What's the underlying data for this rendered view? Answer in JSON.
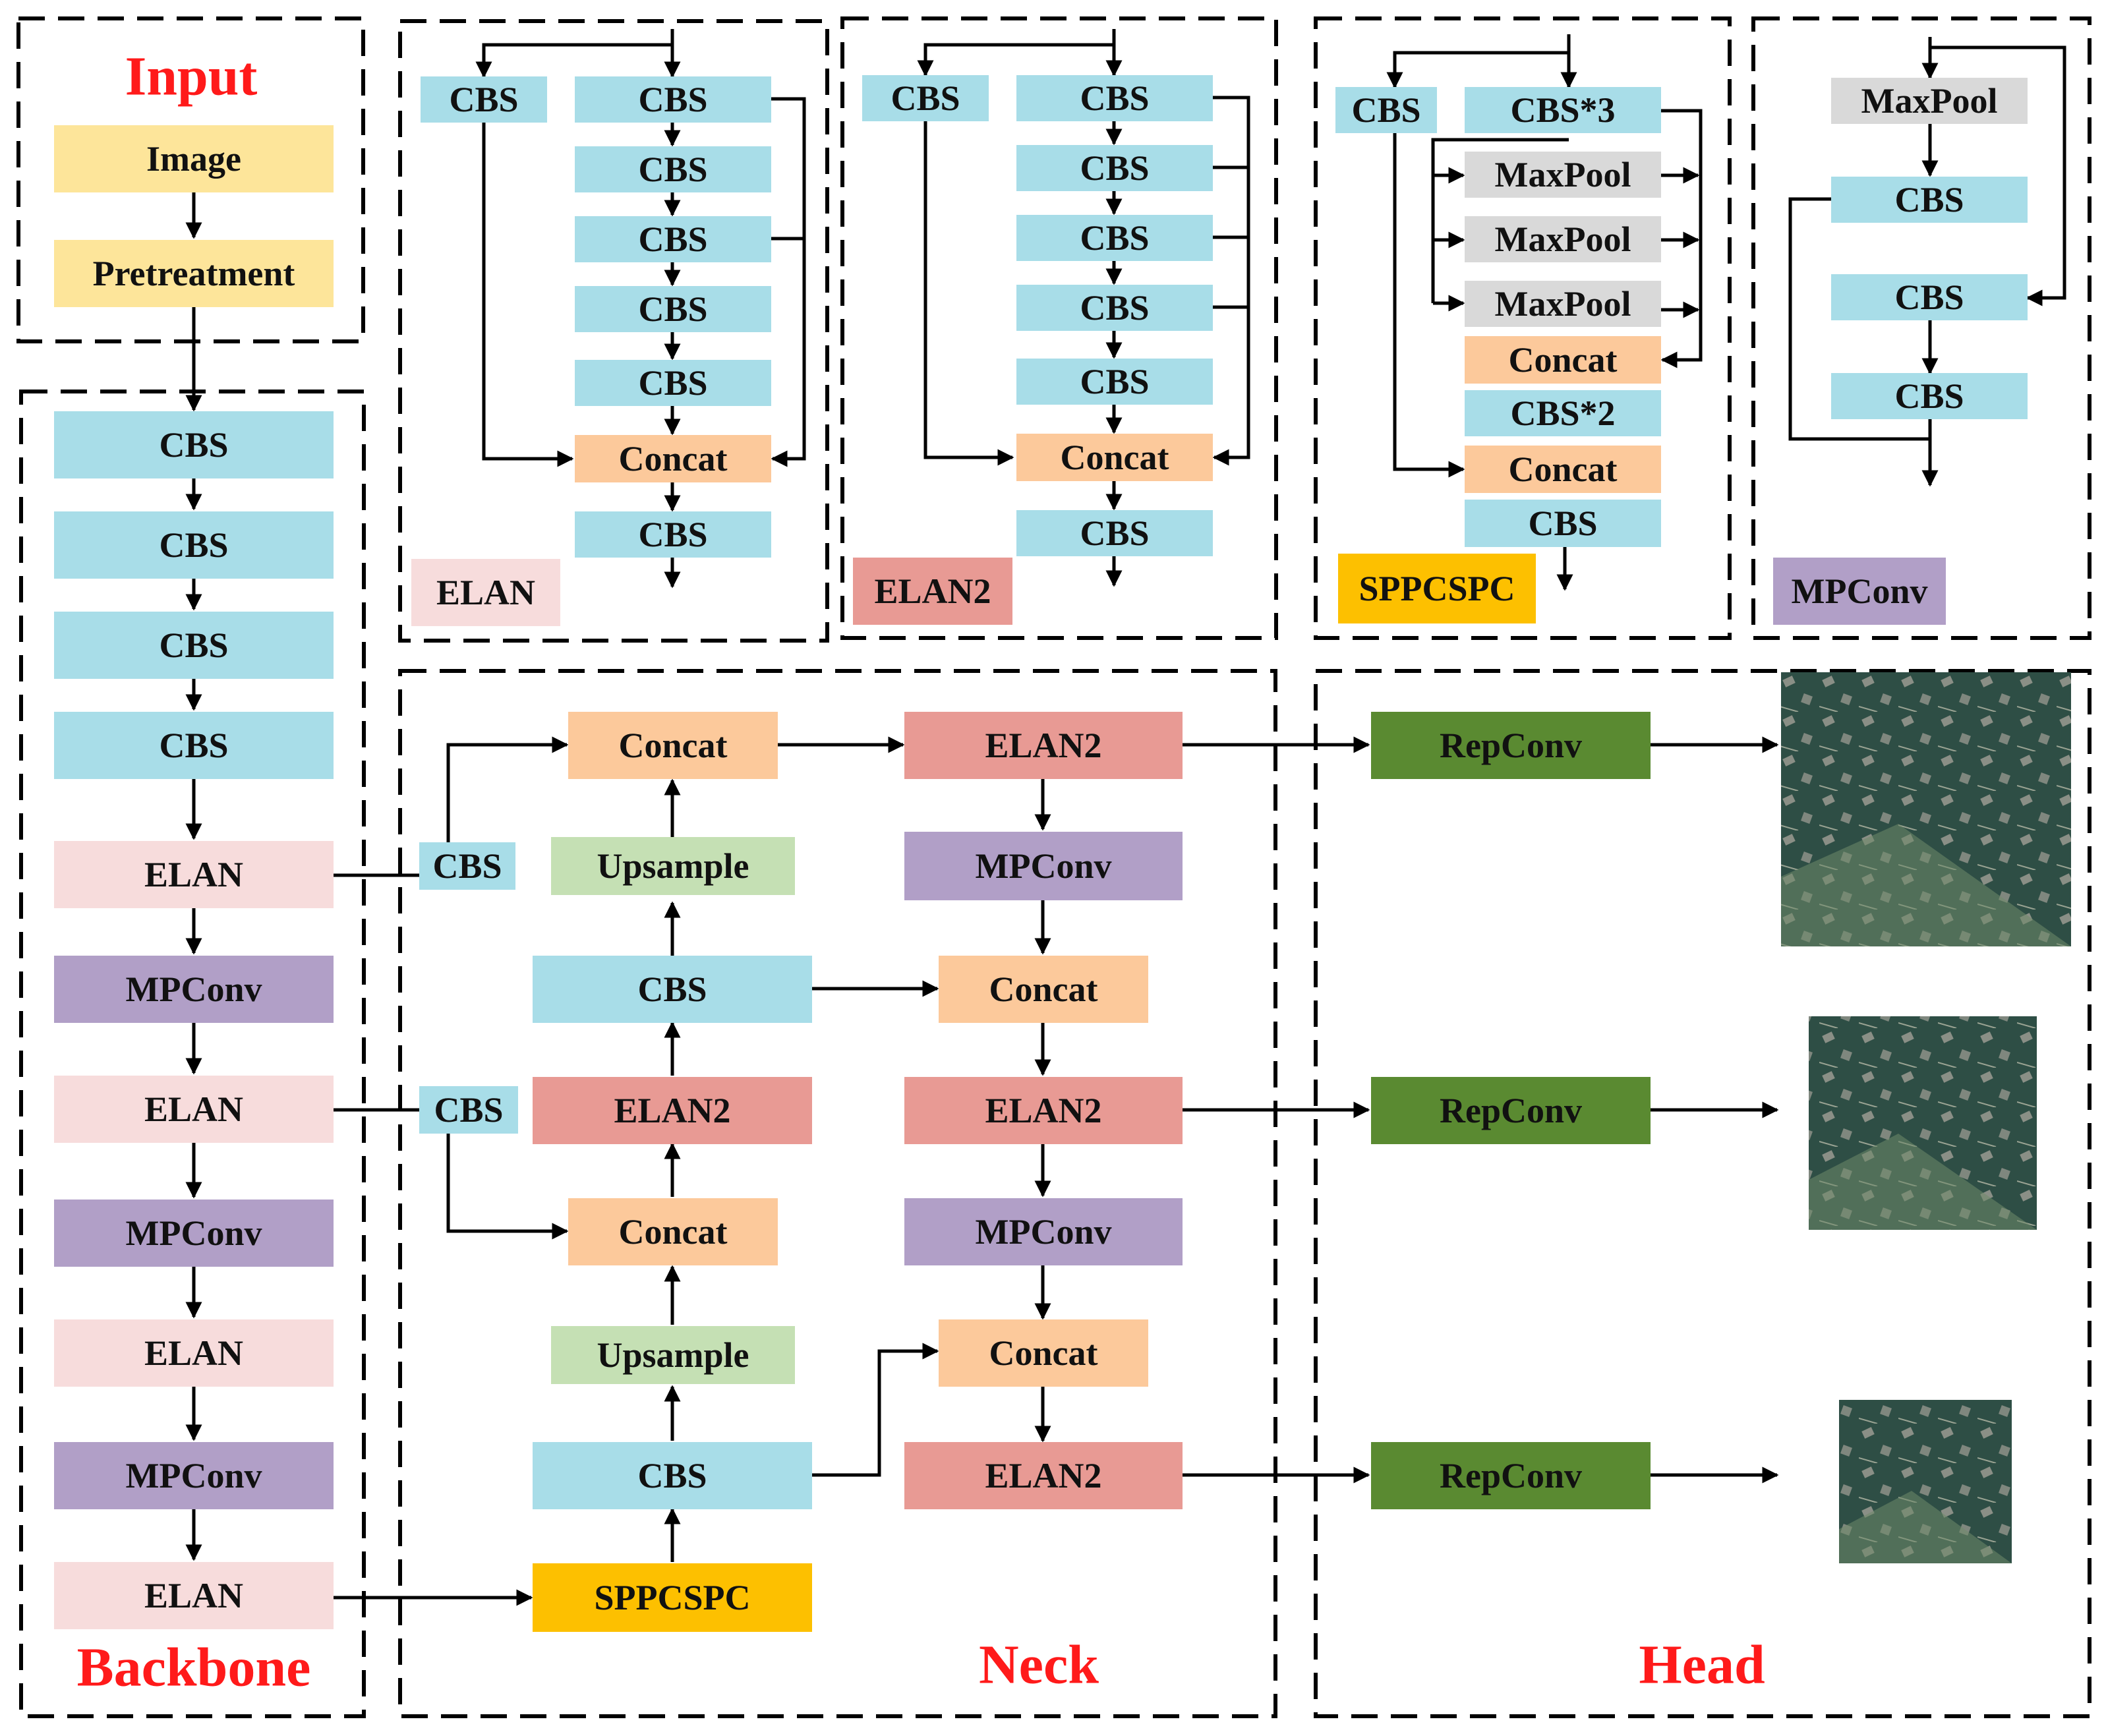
{
  "colors": {
    "cbs": "#a8dde8",
    "concat": "#fcc99b",
    "elan": "#f7dcdc",
    "elan2": "#e89a94",
    "mpconv": "#b19fc7",
    "maxpool": "#d9d9d9",
    "sppcspc": "#fdc000",
    "upsample": "#c5e0b4",
    "repconv": "#5a8a31",
    "input": "#fde59a",
    "section_title": "#ff1a1a"
  },
  "sections": {
    "input": "Input",
    "backbone": "Backbone",
    "neck": "Neck",
    "head": "Head"
  },
  "legend": {
    "elan": "ELAN",
    "elan2": "ELAN2",
    "sppcspc": "SPPCSPC",
    "mpconv": "MPConv"
  },
  "input_nodes": {
    "image": "Image",
    "pretreatment": "Pretreatment"
  },
  "backbone_nodes": [
    "CBS",
    "CBS",
    "CBS",
    "CBS",
    "ELAN",
    "MPConv",
    "ELAN",
    "MPConv",
    "ELAN",
    "MPConv",
    "ELAN"
  ],
  "elan_block": {
    "side": "CBS",
    "chain": [
      "CBS",
      "CBS",
      "CBS",
      "CBS",
      "CBS"
    ],
    "concat": "Concat",
    "out": "CBS"
  },
  "elan2_block": {
    "side": "CBS",
    "chain": [
      "CBS",
      "CBS",
      "CBS",
      "CBS",
      "CBS"
    ],
    "concat": "Concat",
    "out": "CBS"
  },
  "sppcspc_block": {
    "side": "CBS",
    "cbs3": "CBS*3",
    "maxpool": [
      "MaxPool",
      "MaxPool",
      "MaxPool"
    ],
    "concat1": "Concat",
    "cbs2": "CBS*2",
    "concat2": "Concat",
    "out": "CBS"
  },
  "mpconv_block": {
    "maxpool": "MaxPool",
    "cbs1": "CBS",
    "cbs2": "CBS",
    "cbs3": "CBS"
  },
  "neck_nodes": {
    "lat_cbs1": "CBS",
    "lat_cbs2": "CBS",
    "concat_top": "Concat",
    "upsample1": "Upsample",
    "cbs_mid": "CBS",
    "elan2_mid": "ELAN2",
    "concat_mid": "Concat",
    "upsample2": "Upsample",
    "cbs_low": "CBS",
    "sppcspc": "SPPCSPC",
    "elan2_out1": "ELAN2",
    "mpconv1": "MPConv",
    "concat_r1": "Concat",
    "elan2_out2": "ELAN2",
    "mpconv2": "MPConv",
    "concat_r2": "Concat",
    "elan2_out3": "ELAN2"
  },
  "head_nodes": [
    "RepConv",
    "RepConv",
    "RepConv"
  ]
}
